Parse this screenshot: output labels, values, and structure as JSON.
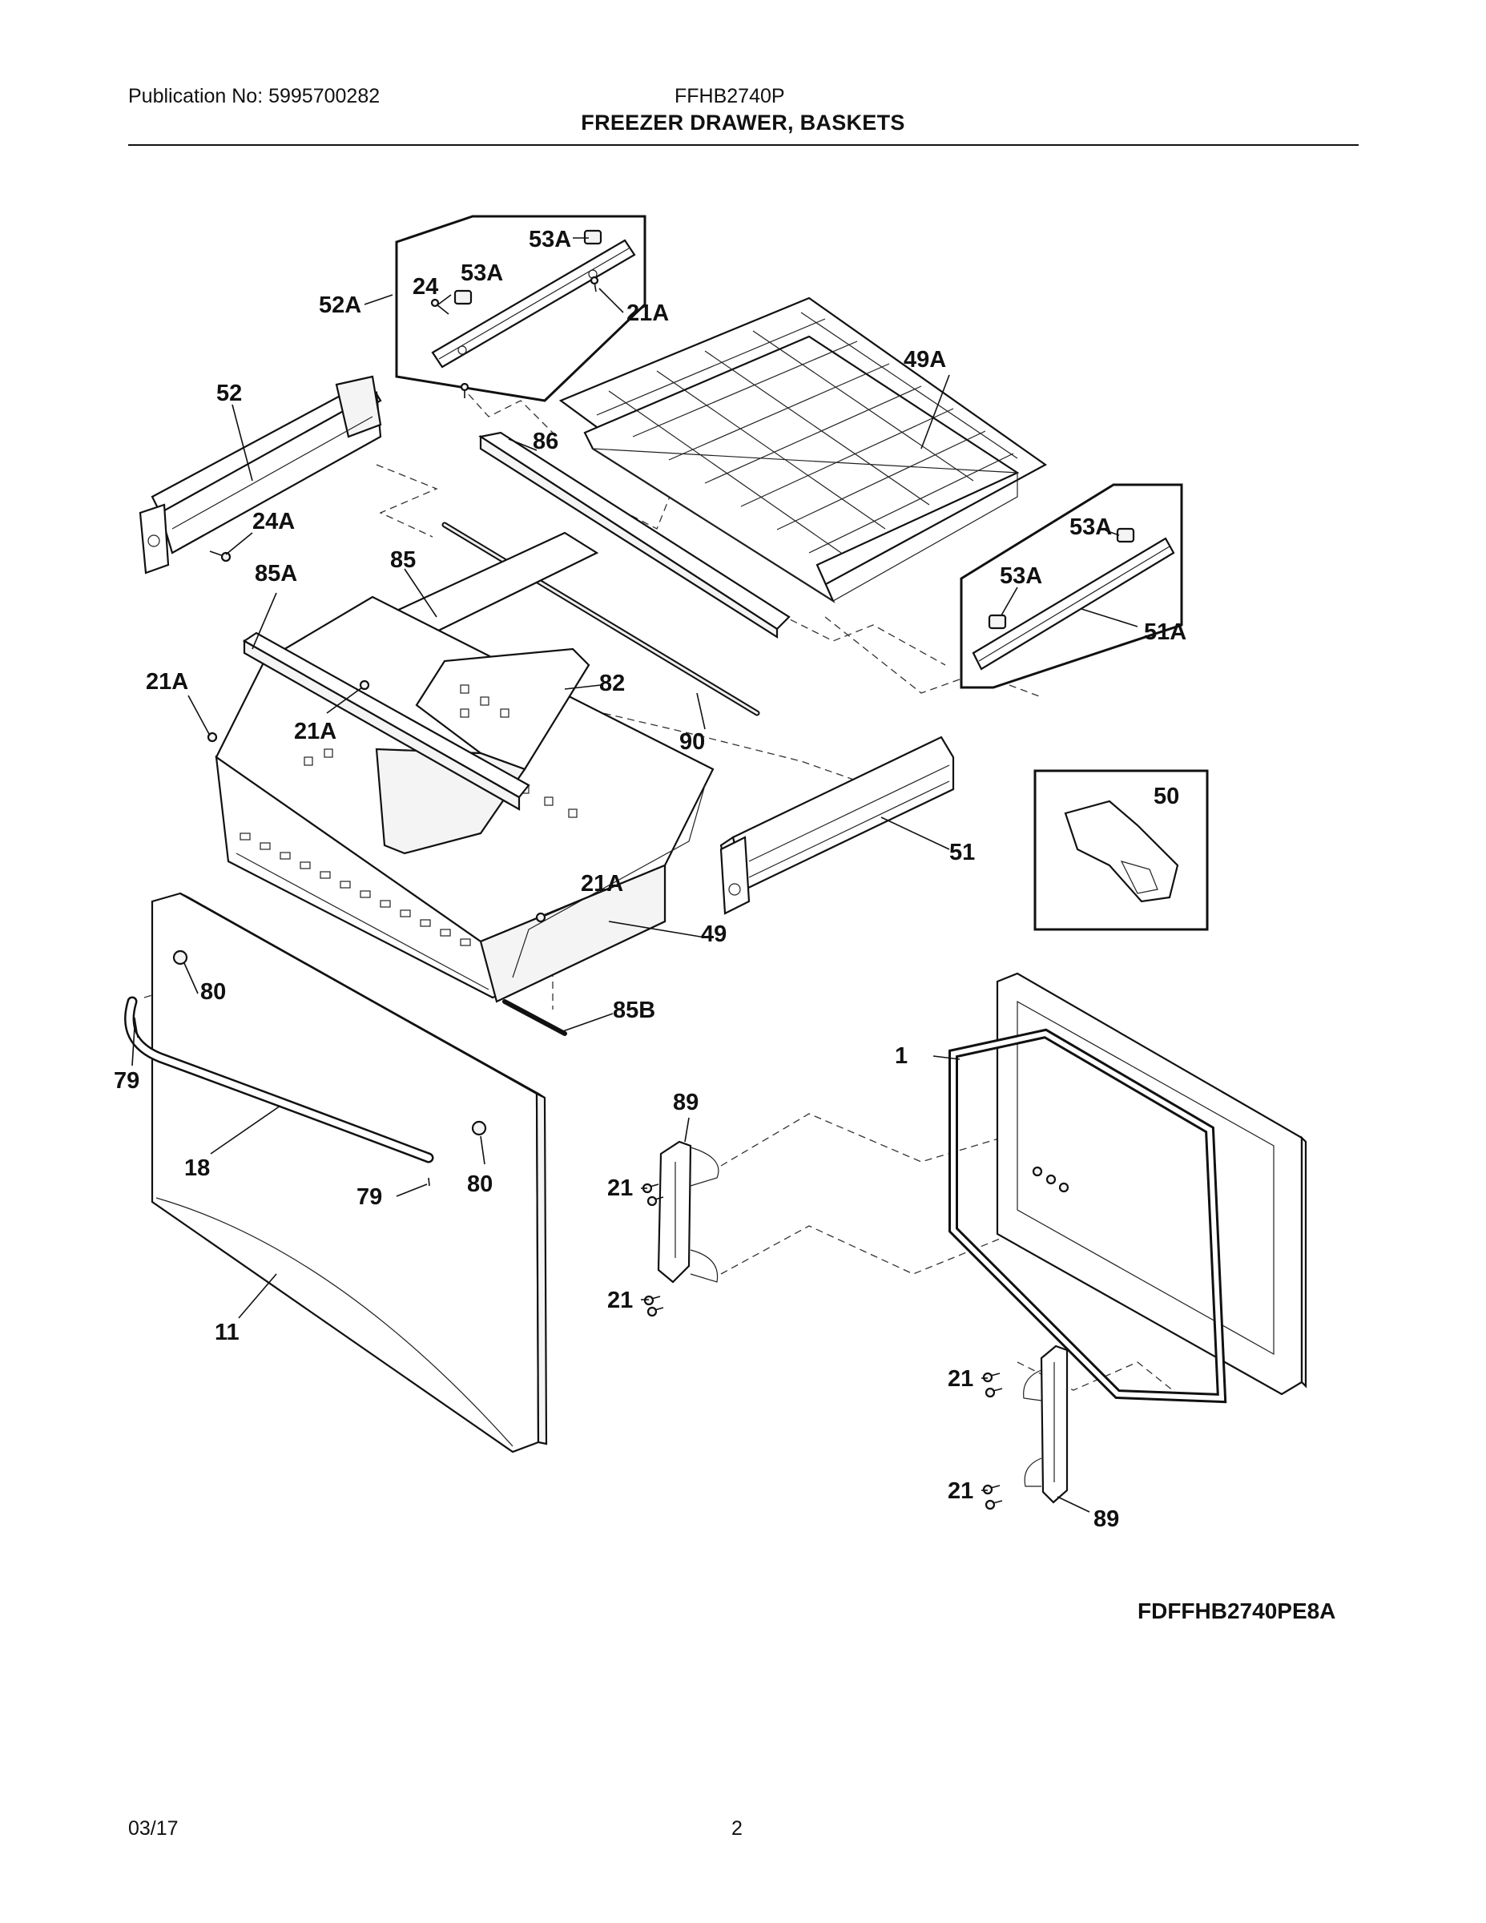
{
  "header": {
    "publication": "Publication No: 5995700282",
    "model": "FFHB2740P",
    "title": "FREEZER DRAWER, BASKETS"
  },
  "callouts": {
    "c53A_top": "53A",
    "c53A_mid": "53A",
    "c24": "24",
    "c52A": "52A",
    "c21A_top": "21A",
    "c49A": "49A",
    "c52": "52",
    "c86": "86",
    "c24A": "24A",
    "c53A_r1": "53A",
    "c53A_r2": "53A",
    "c51A": "51A",
    "c85A": "85A",
    "c85": "85",
    "c21A_left": "21A",
    "c82": "82",
    "c21A_in": "21A",
    "c90": "90",
    "c50": "50",
    "c51": "51",
    "c21A_low": "21A",
    "c49": "49",
    "c80_top": "80",
    "c85B": "85B",
    "c79_left": "79",
    "c1": "1",
    "c89_top": "89",
    "c18": "18",
    "c79_low": "79",
    "c80_low": "80",
    "c21_a": "21",
    "c21_b": "21",
    "c11": "11",
    "c21_c": "21",
    "c21_d": "21",
    "c89_low": "89"
  },
  "footer": {
    "drawing_code": "FDFFHB2740PE8A",
    "date": "03/17",
    "page_number": "2"
  }
}
